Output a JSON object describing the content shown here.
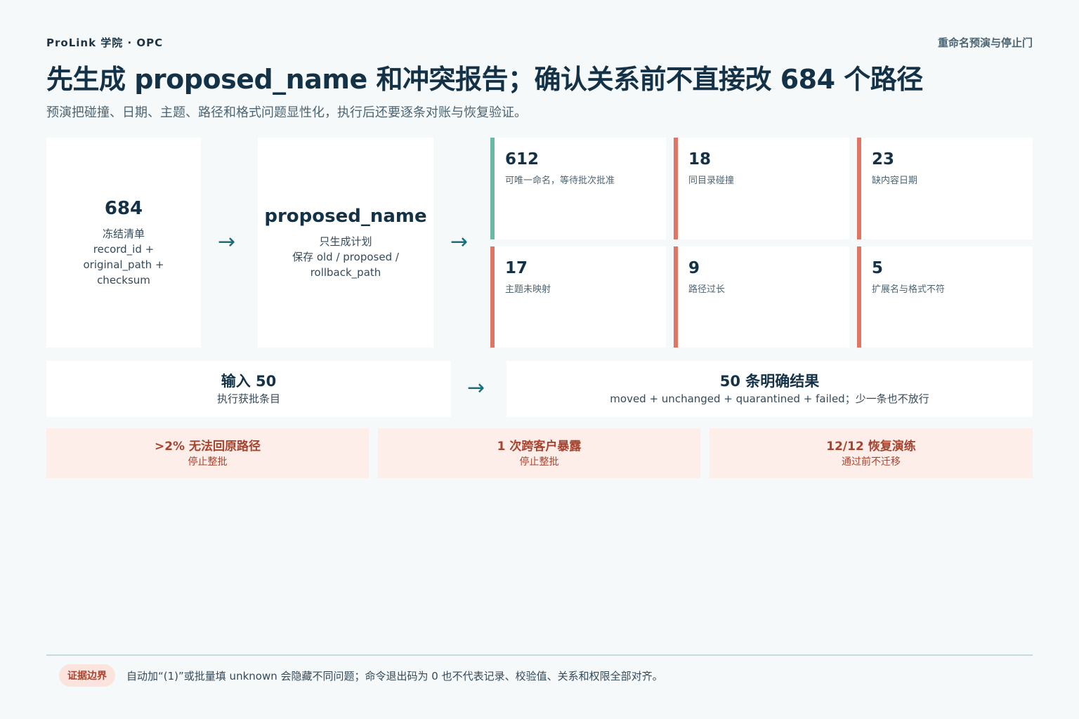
{
  "header": {
    "brand": "ProLink 学院 · OPC",
    "topic": "重命名预演与停止门",
    "title": "先生成 proposed_name 和冲突报告；确认关系前不直接改 684 个路径",
    "subtitle": "预演把碰撞、日期、主题、路径和格式问题显性化，执行后还要逐条对账与恢复验证。"
  },
  "pipeline": {
    "freeze": {
      "value": "684",
      "lines": [
        "冻结清单",
        "record_id +",
        "original_path +",
        "checksum"
      ]
    },
    "plan": {
      "term": "proposed_name",
      "lines": [
        "只生成计划",
        "保存 old / proposed /",
        "rollback_path"
      ]
    },
    "arrow": "→"
  },
  "stats": [
    {
      "value": "612",
      "label": "可唯一命名，等待批次批准",
      "color": "#6bb8a5"
    },
    {
      "value": "18",
      "label": "同目录碰撞",
      "color": "#e07566"
    },
    {
      "value": "23",
      "label": "缺内容日期",
      "color": "#e07566"
    },
    {
      "value": "17",
      "label": "主题未映射",
      "color": "#e07566"
    },
    {
      "value": "9",
      "label": "路径过长",
      "color": "#e07566"
    },
    {
      "value": "5",
      "label": "扩展名与格式不符",
      "color": "#e07566"
    }
  ],
  "batch": {
    "input_title": "输入 50",
    "input_sub": "执行获批条目",
    "result_title": "50 条明确结果",
    "result_sub": "moved + unchanged + quarantined + failed；少一条也不放行"
  },
  "gates": [
    {
      "title": ">2% 无法回原路径",
      "sub": "停止整批"
    },
    {
      "title": "1 次跨客户暴露",
      "sub": "停止整批"
    },
    {
      "title": "12/12 恢复演练",
      "sub": "通过前不迁移"
    }
  ],
  "footer": {
    "badge": "证据边界",
    "text": "自动加“(1)”或批量填 unknown 会隐藏不同问题；命令退出码为 0 也不代表记录、校验值、关系和权限全部对齐。"
  }
}
